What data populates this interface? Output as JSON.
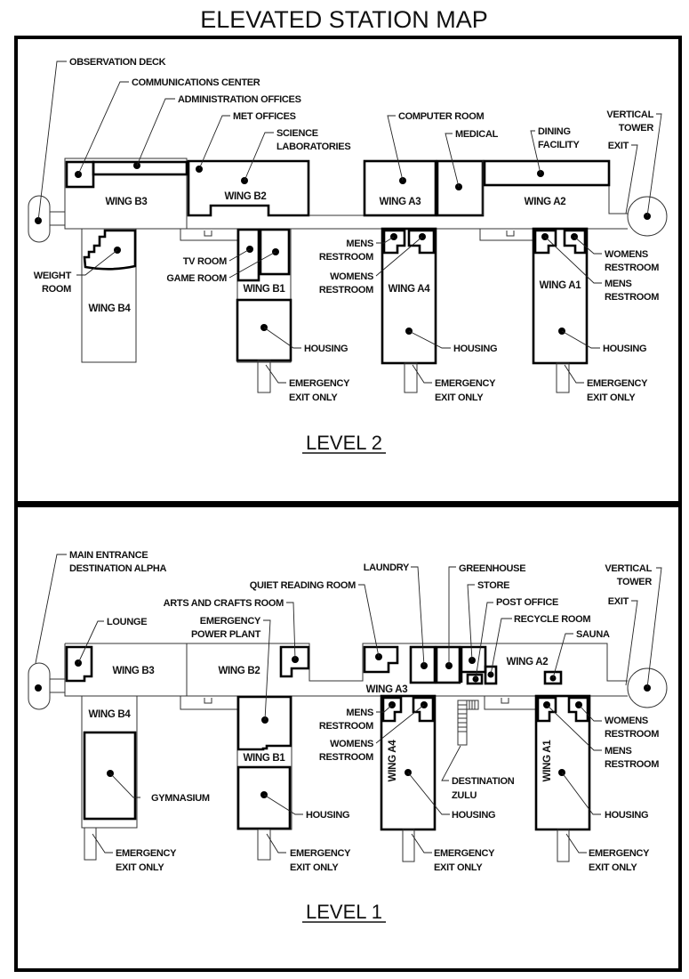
{
  "title": "ELEVATED STATION MAP",
  "level2": {
    "name": "LEVEL 2",
    "wings": {
      "b3": "WING B3",
      "b2": "WING B2",
      "b4": "WING B4",
      "b1": "WING B1",
      "a3": "WING A3",
      "a2": "WING A2",
      "a4": "WING A4",
      "a1": "WING A1"
    },
    "labels": {
      "observation_deck": "OBSERVATION DECK",
      "communications_center": "COMMUNICATIONS CENTER",
      "administration_offices": "ADMINISTRATION OFFICES",
      "met_offices": "MET OFFICES",
      "science_laboratories": [
        "SCIENCE",
        "LABORATORIES"
      ],
      "computer_room": "COMPUTER ROOM",
      "medical": "MEDICAL",
      "dining_facility": [
        "DINING",
        "FACILITY"
      ],
      "vertical_tower": [
        "VERTICAL",
        "TOWER"
      ],
      "exit": "EXIT",
      "tv_room": "TV ROOM",
      "game_room": "GAME ROOM",
      "weight_room": [
        "WEIGHT",
        "ROOM"
      ],
      "mens_restroom_a4": [
        "MENS",
        "RESTROOM"
      ],
      "womens_restroom_a4": [
        "WOMENS",
        "RESTROOM"
      ],
      "womens_restroom_a1": [
        "WOMENS",
        "RESTROOM"
      ],
      "mens_restroom_a1": [
        "MENS",
        "RESTROOM"
      ],
      "housing_b1": "HOUSING",
      "housing_a4": "HOUSING",
      "housing_a1": "HOUSING",
      "emergency_exit_b1": [
        "EMERGENCY",
        "EXIT ONLY"
      ],
      "emergency_exit_a4": [
        "EMERGENCY",
        "EXIT ONLY"
      ],
      "emergency_exit_a1": [
        "EMERGENCY",
        "EXIT ONLY"
      ]
    }
  },
  "level1": {
    "name": "LEVEL 1",
    "wings": {
      "b3": "WING B3",
      "b2": "WING B2",
      "b4": "WING B4",
      "b1": "WING B1",
      "a3": "WING A3",
      "a2": "WING A2",
      "a4": "WING A4",
      "a1": "WING A1"
    },
    "labels": {
      "main_entrance": [
        "MAIN ENTRANCE",
        "DESTINATION ALPHA"
      ],
      "laundry": "LAUNDRY",
      "quiet_reading_room": "QUIET READING ROOM",
      "arts_and_crafts_room": "ARTS AND CRAFTS ROOM",
      "lounge": "LOUNGE",
      "emergency_power_plant": [
        "EMERGENCY",
        "POWER PLANT"
      ],
      "greenhouse": "GREENHOUSE",
      "store": "STORE",
      "post_office": "POST OFFICE",
      "recycle_room": "RECYCLE ROOM",
      "sauna": "SAUNA",
      "vertical_tower": [
        "VERTICAL",
        "TOWER"
      ],
      "exit": "EXIT",
      "mens_restroom_a4": [
        "MENS",
        "RESTROOM"
      ],
      "womens_restroom_a4": [
        "WOMENS",
        "RESTROOM"
      ],
      "womens_restroom_a1": [
        "WOMENS",
        "RESTROOM"
      ],
      "mens_restroom_a1": [
        "MENS",
        "RESTROOM"
      ],
      "destination_zulu": [
        "DESTINATION",
        "ZULU"
      ],
      "gymnasium": "GYMNASIUM",
      "housing_b1": "HOUSING",
      "housing_a4": "HOUSING",
      "housing_a1": "HOUSING",
      "emergency_exit_b4": [
        "EMERGENCY",
        "EXIT ONLY"
      ],
      "emergency_exit_b1": [
        "EMERGENCY",
        "EXIT ONLY"
      ],
      "emergency_exit_a4": [
        "EMERGENCY",
        "EXIT ONLY"
      ],
      "emergency_exit_a1": [
        "EMERGENCY",
        "EXIT ONLY"
      ]
    }
  }
}
